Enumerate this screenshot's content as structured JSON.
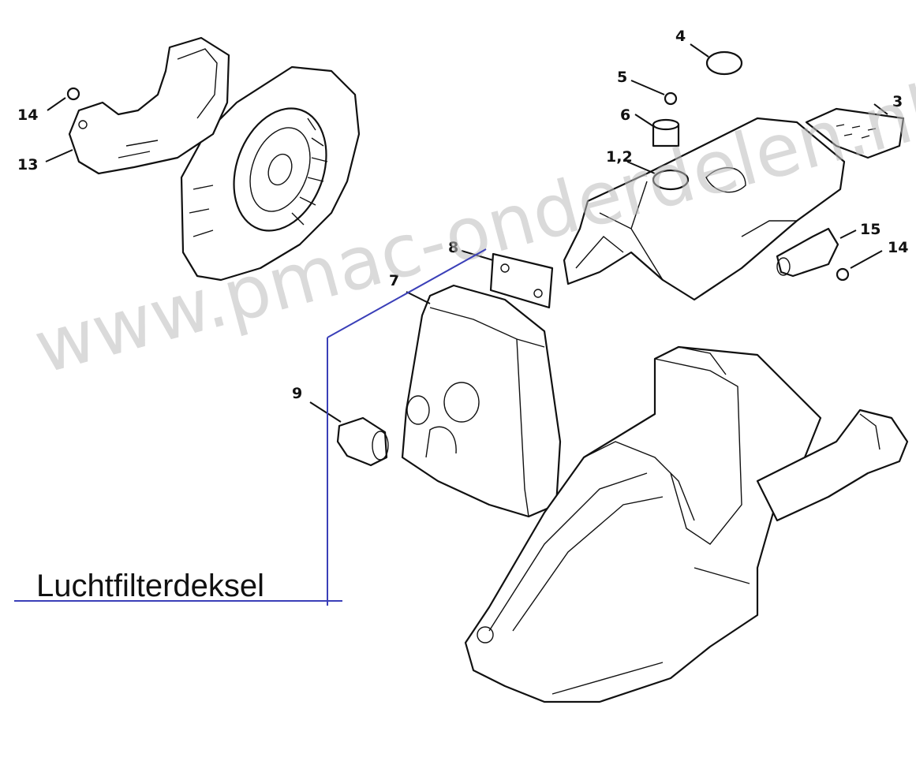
{
  "watermark": "www.pmac-onderdelen.nl",
  "callout": {
    "text": "Luchtfilterdeksel",
    "line_color": "#3a3fb8"
  },
  "labels": {
    "p14a": "14",
    "p13": "13",
    "p4": "4",
    "p5": "5",
    "p6": "6",
    "p3": "3",
    "p12": "1,2",
    "p15": "15",
    "p14b": "14",
    "p8": "8",
    "p7": "7",
    "p9": "9"
  }
}
